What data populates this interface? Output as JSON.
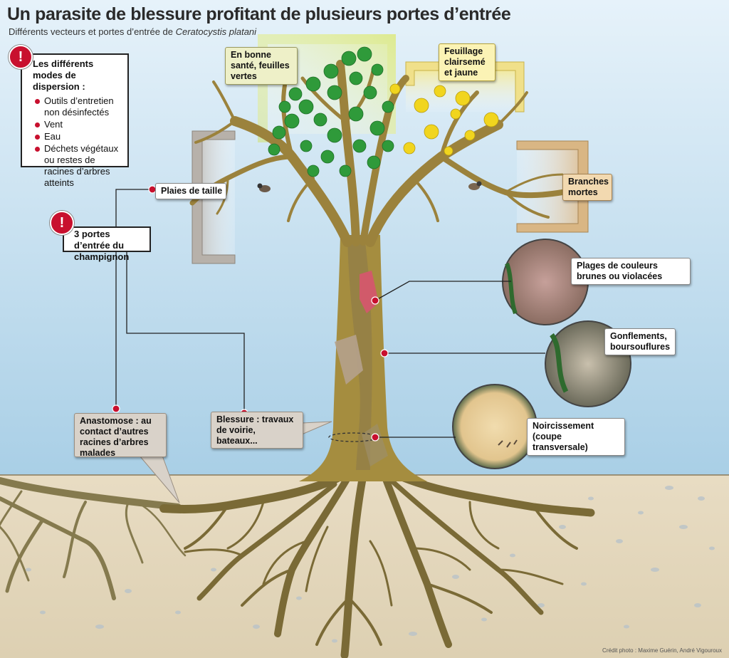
{
  "title": "Un parasite de blessure profitant de plusieurs portes d’entrée",
  "subtitle_prefix": "Différents vecteurs et portes d’entrée de ",
  "subtitle_species": "Ceratocystis platani",
  "dispersion": {
    "title": "Les différents modes de dispersion :",
    "items": [
      "Outils d’entretien non désinfectés",
      "Vent",
      "Eau",
      "Déchets végétaux ou restes de racines d’arbres atteints"
    ]
  },
  "entry_box": "3 portes d’entrée du champignon",
  "labels": {
    "healthy": "En bonne santé, feuilles vertes",
    "sparse": "Feuillage clairsemé et jaune",
    "dead": "Branches mortes",
    "pruning": "Plaies de taille",
    "stains": "Plages de couleurs brunes ou violacées",
    "swelling": "Gonflements, boursouflures",
    "blackening": "Noircissement (coupe transversale)",
    "anastomose": "Anastomose : au contact d’autres racines d’arbres malades",
    "wound": "Blessure : travaux de voirie, bateaux..."
  },
  "credit": "Crédit photo : Maxime Guérin, André Vigouroux",
  "colors": {
    "alert": "#c8102e",
    "trunk": "#a08a3c",
    "soil": "#e3d6bb",
    "leaf_green": "#2f9a3a",
    "leaf_yellow": "#f1d51e"
  }
}
